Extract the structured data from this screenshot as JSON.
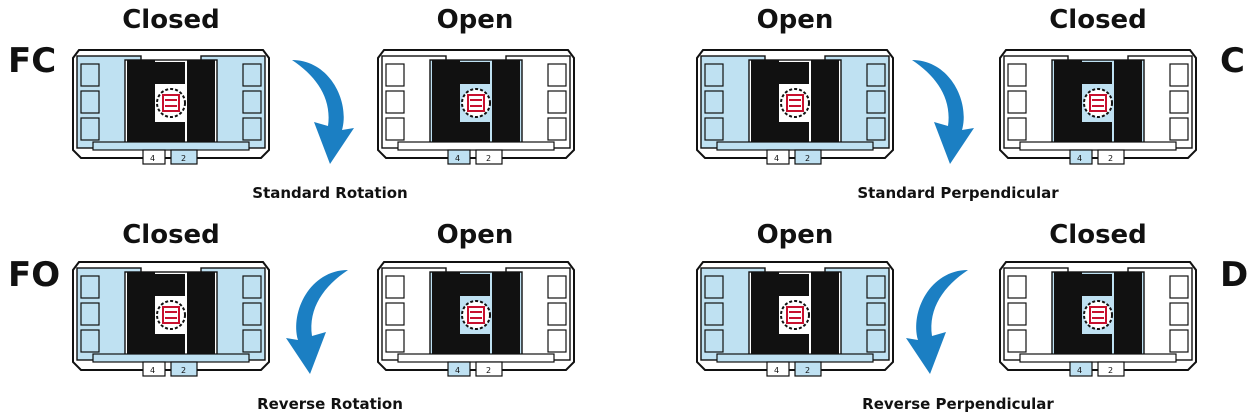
{
  "colors": {
    "chamber": "#bfe1f2",
    "arrow": "#1b7fc3",
    "mechanism": "#111111",
    "pinion": "#c8102e",
    "outline": "#111111"
  },
  "rows": [
    {
      "side_left": "FC",
      "side_right": "C",
      "caption_left": "Standard Rotation",
      "caption_right": "Standard Perpendicular",
      "states": [
        "Closed",
        "Open",
        "Open",
        "Closed"
      ],
      "arrow_direction": "clockwise"
    },
    {
      "side_left": "FO",
      "side_right": "D",
      "caption_left": "Reverse Rotation",
      "caption_right": "Reverse Perpendicular",
      "states": [
        "Closed",
        "Open",
        "Open",
        "Closed"
      ],
      "arrow_direction": "counterclockwise"
    }
  ],
  "port_labels": [
    "4",
    "2"
  ]
}
